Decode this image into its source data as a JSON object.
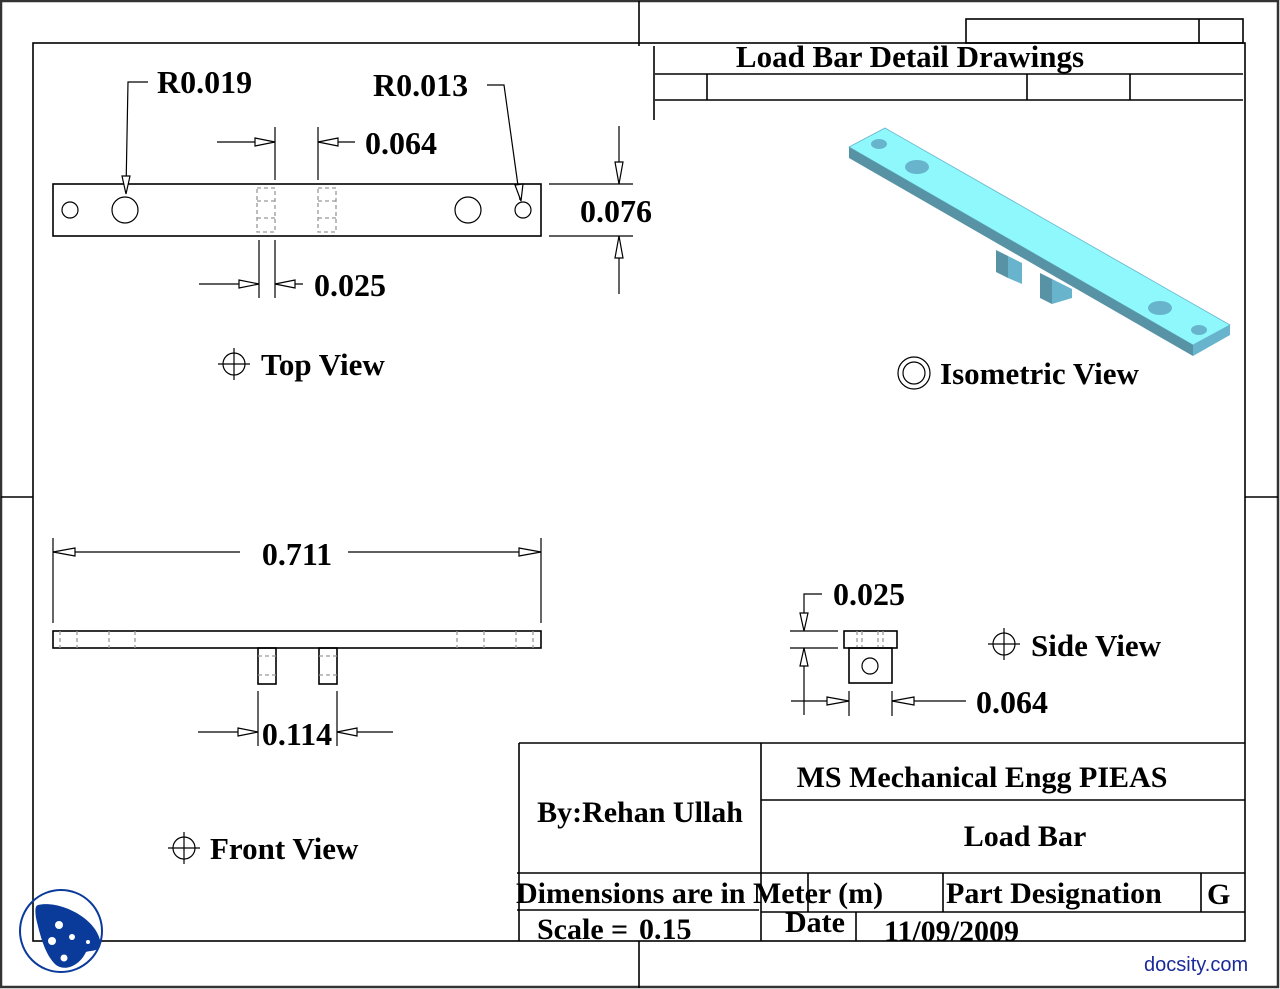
{
  "title_block": {
    "drawing_title": "Load Bar Detail Drawings",
    "author": "By:Rehan Ullah",
    "institution": "MS Mechanical Engg PIEAS",
    "part_name": "Load Bar",
    "units_note": "Dimensions are in Meter (m)",
    "part_designation_label": "Part Designation",
    "part_designation_value": "G",
    "scale": "Scale⁠0.15",
    "scale_label": "Scale",
    "scale_value": "0.15",
    "date_label": "Date",
    "date_value": "11/09/2009"
  },
  "views": {
    "top": {
      "label": "Top View",
      "dimensions": {
        "large_hole_radius": "R0.019",
        "small_hole_radius": "R0.013",
        "rib_spacing": "0.064",
        "rib_thickness": "0.025",
        "bar_width": "0.076"
      }
    },
    "isometric": {
      "label": "Isometric View"
    },
    "front": {
      "label": "Front View",
      "dimensions": {
        "overall_length": "0.711",
        "rib_outer_span": "0.114"
      }
    },
    "side": {
      "label": "Side View",
      "dimensions": {
        "bar_thickness": "0.025",
        "rib_width": "0.064"
      }
    }
  },
  "icons": {
    "view_marker": "crosshair-circle-icon",
    "isometric_marker": "double-circle-icon",
    "logo": "docsity-logo-icon"
  },
  "colors": {
    "part_face": "#8ff8fc",
    "part_side": "#5793a4",
    "part_edge": "#67b4cc",
    "watermark": "#1a2a9a",
    "logo": "#0a3a9a"
  },
  "watermark": "docsity.com"
}
